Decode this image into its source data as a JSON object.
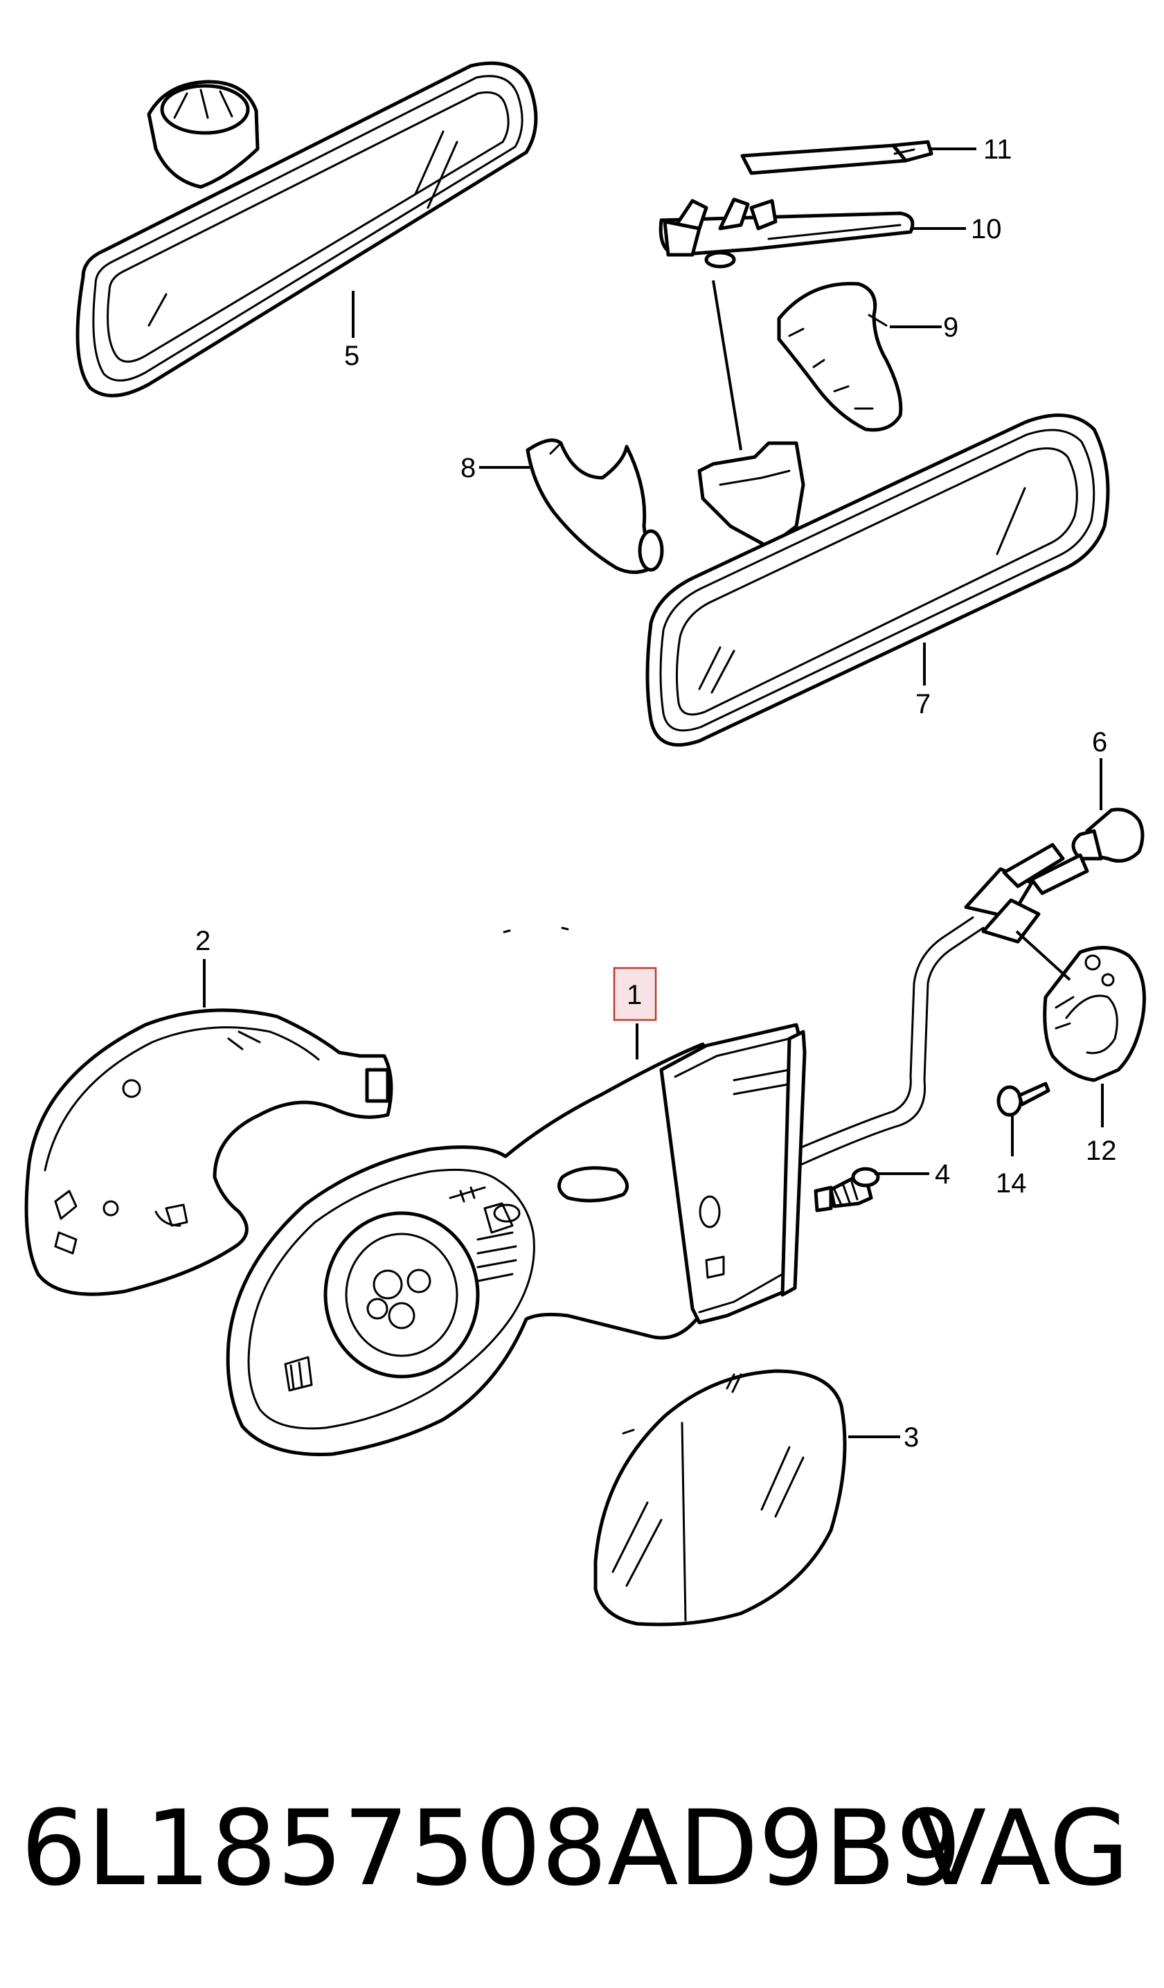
{
  "callouts": {
    "c1": "1",
    "c2": "2",
    "c3": "3",
    "c4": "4",
    "c5": "5",
    "c6": "6",
    "c7": "7",
    "c8": "8",
    "c9": "9",
    "c10": "10",
    "c11": "11",
    "c12": "12",
    "c14": "14"
  },
  "footer": {
    "part_number": "6L1857508AD9B9",
    "brand": "VAG"
  },
  "colors": {
    "line": "#000000",
    "background": "#ffffff",
    "highlight_fill": "#f7e3e6",
    "highlight_stroke": "#c0392b"
  }
}
